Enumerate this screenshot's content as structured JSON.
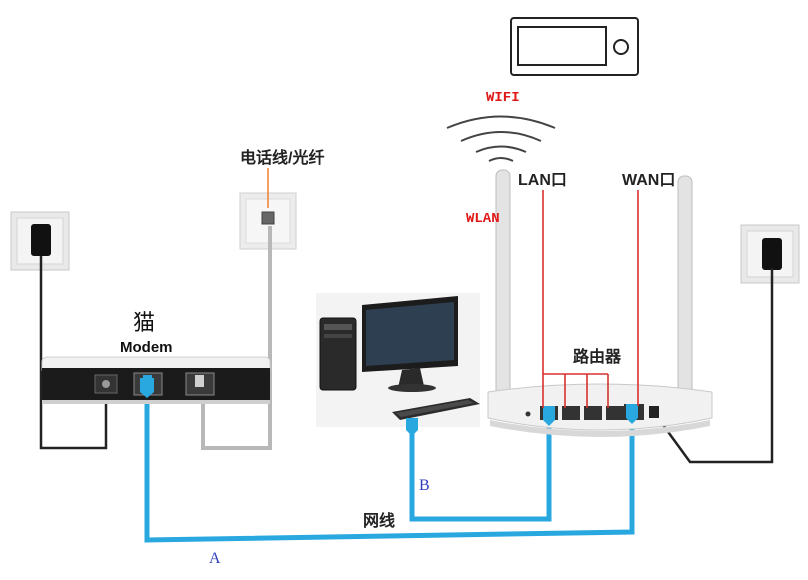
{
  "labels": {
    "wifi": "WIFI",
    "wlan": "WLAN",
    "phone_fiber": "电话线/光纤",
    "lan_port": "LAN口",
    "wan_port": "WAN口",
    "cat": "猫",
    "modem": "Modem",
    "router": "路由器",
    "network_cable": "网线",
    "cable_a": "A",
    "cable_b": "B"
  },
  "icons": {
    "display_device": "tv-icon",
    "wifi_signal": "wifi-icon",
    "outlet_left": "power-outlet-icon",
    "outlet_right": "power-outlet-icon",
    "phone_jack": "phone-wall-jack-icon",
    "modem": "modem-icon",
    "router": "router-icon",
    "computer": "desktop-computer-icon"
  },
  "colors": {
    "network_cable": "#29a8e0",
    "port_lines": "#d93030",
    "red_labels": "#e01818",
    "blue_labels": "#2f3fbf",
    "phone_line": "#b8b8b8",
    "power_cable": "#222222"
  }
}
